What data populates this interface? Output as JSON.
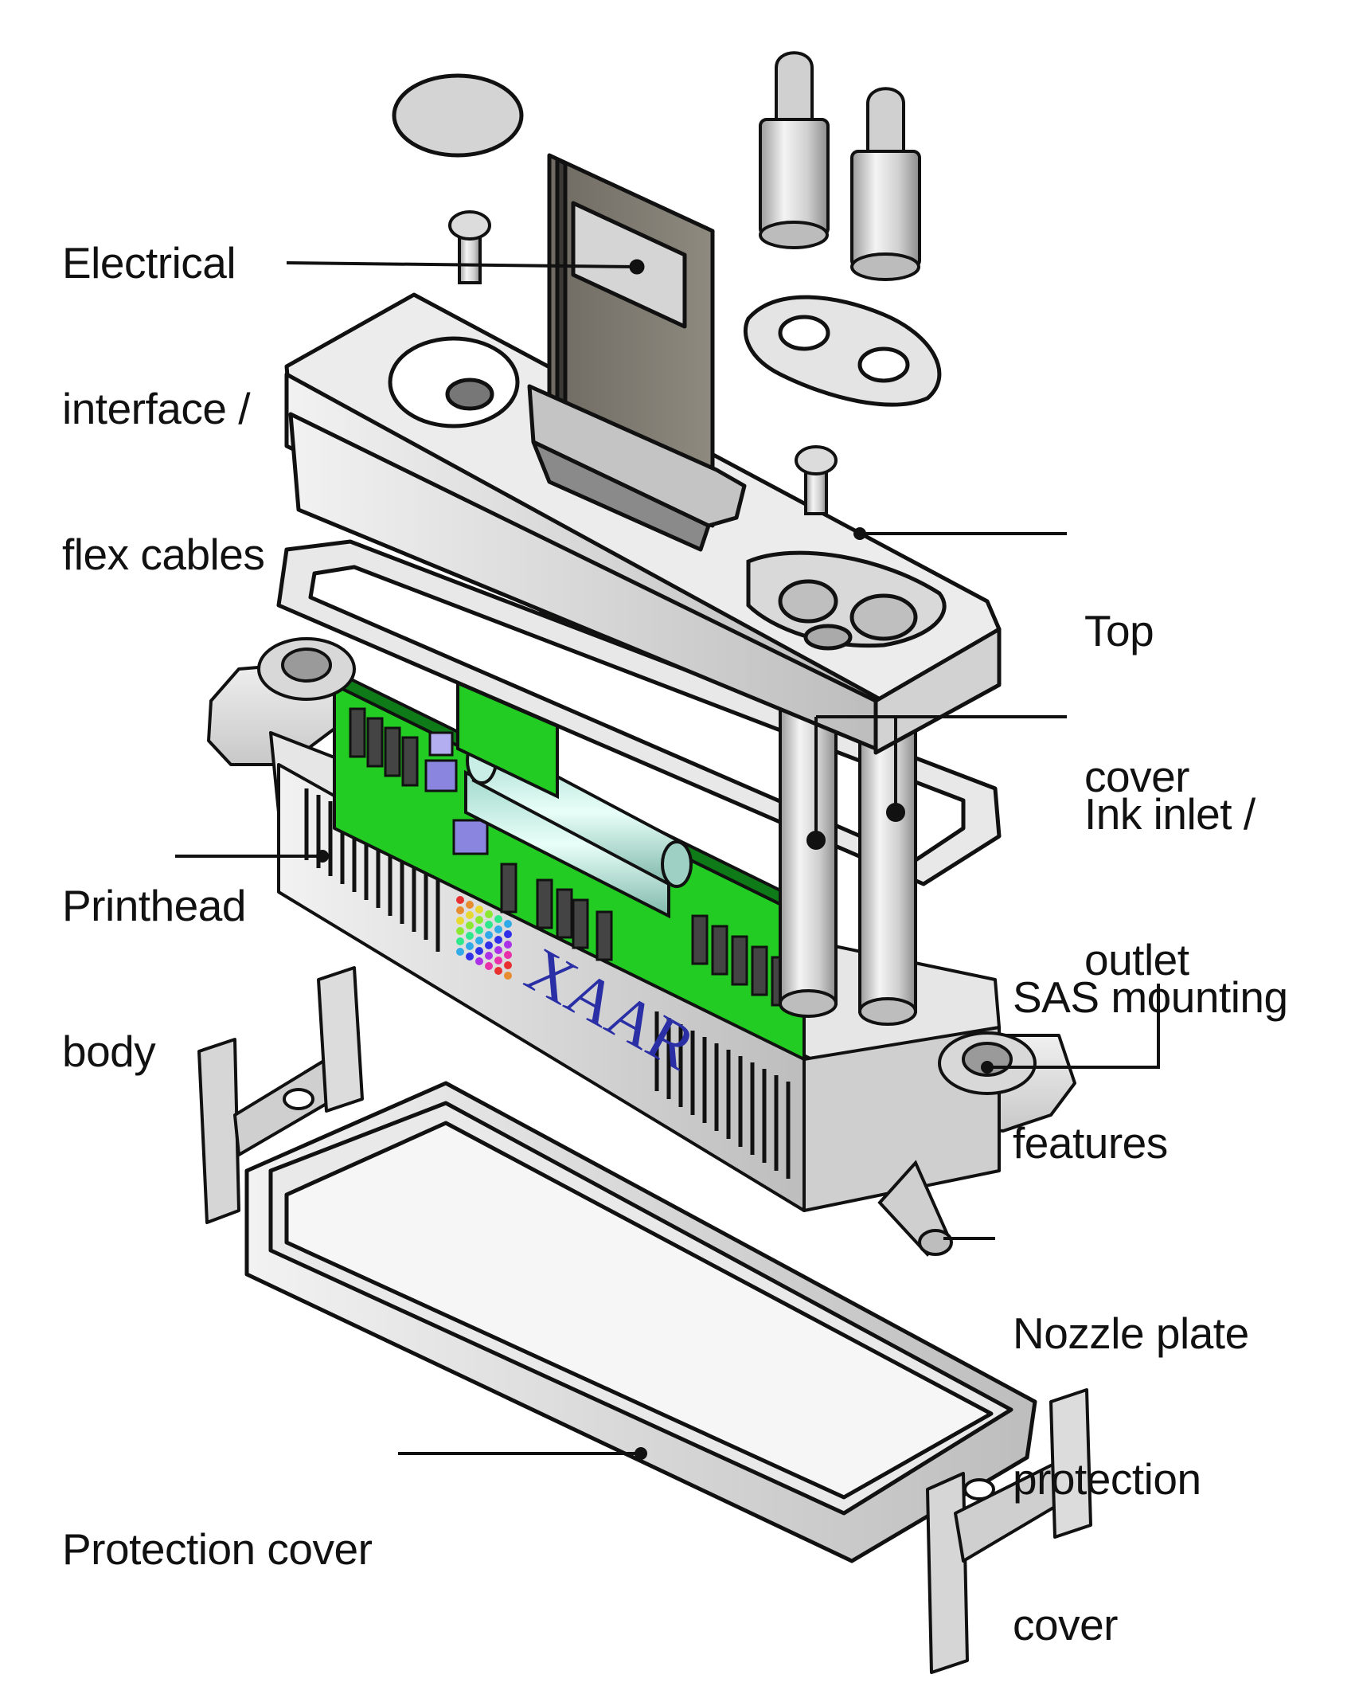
{
  "labels": {
    "electrical": [
      "Electrical",
      "interface /",
      "flex cables"
    ],
    "top_cover": [
      "Top",
      "cover"
    ],
    "ink": [
      "Ink inlet /",
      "outlet"
    ],
    "printhead": [
      "Printhead",
      "body"
    ],
    "sas": [
      "SAS mounting",
      "features"
    ],
    "nozzle": [
      "Nozzle plate",
      "protection",
      "cover"
    ],
    "protection": [
      "Protection cover"
    ]
  },
  "brand": "XAAR",
  "colors": {
    "pcb": "#22cc22",
    "pcb_dark": "#0e7a18",
    "chip": "#444444",
    "chip_purple": "#8a86e0",
    "flex": "#7d7a70",
    "body": "#dcdcdc",
    "brand": "#2a2fa6"
  }
}
